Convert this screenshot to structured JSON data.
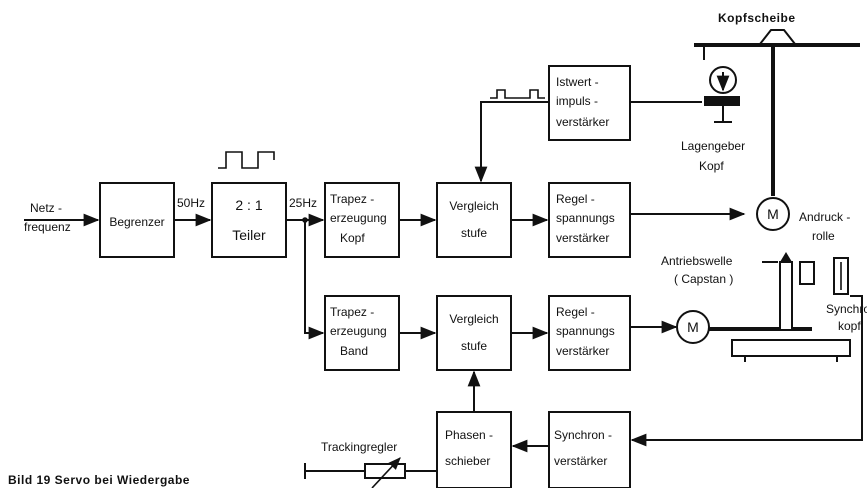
{
  "caption": "Bild 19  Servo bei Wiedergabe",
  "inputs": {
    "netz_line1": "Netz -",
    "netz_line2": "frequenz"
  },
  "freq": {
    "f50": "50Hz",
    "f25": "25Hz"
  },
  "blocks": {
    "begrenzer": "Begrenzer",
    "teiler_ratio": "2 : 1",
    "teiler": "Teiler",
    "trapez_kopf": [
      "Trapez -",
      "erzeugung",
      "Kopf"
    ],
    "vergleich_1": [
      "Vergleich",
      "stufe"
    ],
    "regel_1": [
      "Regel -",
      "spannungs",
      "verstärker"
    ],
    "istwert": [
      "Istwert -",
      "impuls -",
      "verstärker"
    ],
    "trapez_band": [
      "Trapez -",
      "erzeugung",
      "Band"
    ],
    "vergleich_2": [
      "Vergleich",
      "stufe"
    ],
    "regel_2": [
      "Regel -",
      "spannungs",
      "verstärker"
    ],
    "phasen": [
      "Phasen -",
      "schieber"
    ],
    "synchron_verst": [
      "Synchron -",
      "verstärker"
    ]
  },
  "labels": {
    "kopfscheibe": "Kopfscheibe",
    "lagengeber": [
      "Lagengeber",
      "Kopf"
    ],
    "motor": "M",
    "andruck": [
      "Andruck -",
      "rolle"
    ],
    "antrieb": [
      "Antriebswelle",
      "( Capstan )"
    ],
    "synchronkopf": [
      "Synchron -",
      "kopf"
    ],
    "tracking": "Trackingregler"
  }
}
